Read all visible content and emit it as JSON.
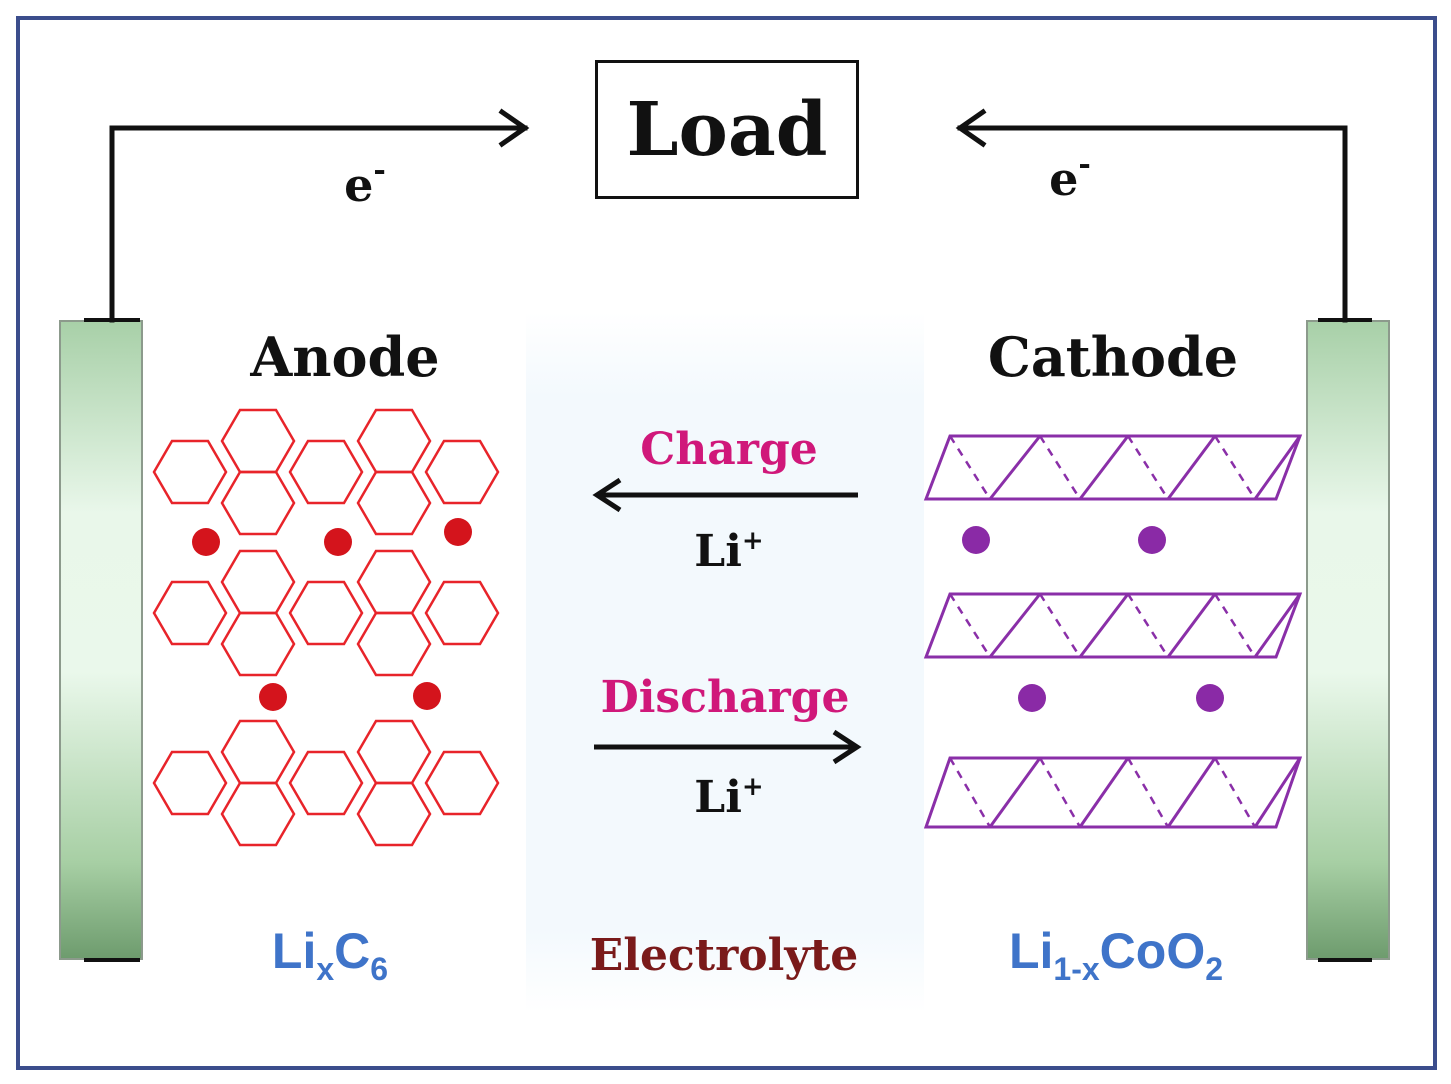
{
  "load": {
    "label": "Load"
  },
  "anode": {
    "title": "Anode",
    "formula_main": "Li",
    "formula_sub1": "x",
    "formula_main2": "C",
    "formula_sub2": "6",
    "lattice_color": "#e8242a",
    "ion_color": "#d4141c"
  },
  "cathode": {
    "title": "Cathode",
    "formula_main": "Li",
    "formula_sub1": "1-x",
    "formula_main2": "CoO",
    "formula_sub2": "2",
    "lattice_color": "#8a2fa8",
    "ion_color": "#8a2aa6"
  },
  "electron": {
    "symbol": "e",
    "charge": "-"
  },
  "charge": {
    "label": "Charge",
    "ion": "Li",
    "ion_charge": "+"
  },
  "discharge": {
    "label": "Discharge",
    "ion": "Li",
    "ion_charge": "+"
  },
  "electrolyte": {
    "label": "Electrolyte"
  },
  "colors": {
    "frame": "#3b4d8c",
    "process": "#d0187a",
    "formula": "#3f74c9",
    "electrolyte_text": "#7a1a1a"
  }
}
